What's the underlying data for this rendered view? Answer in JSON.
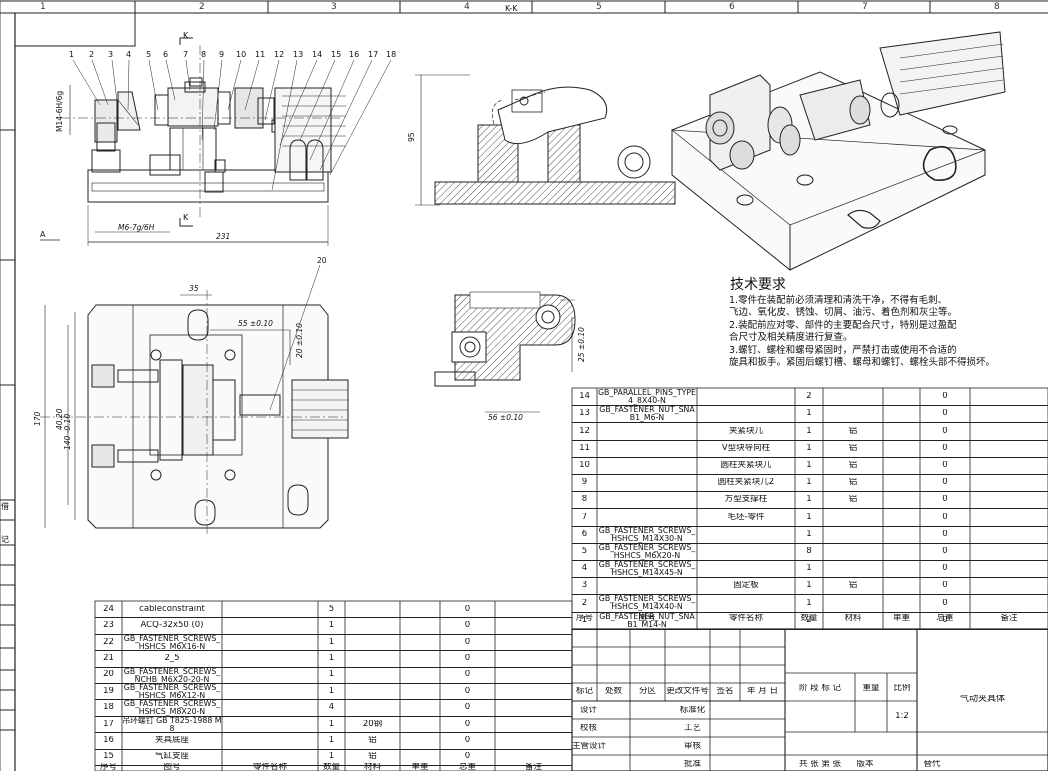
{
  "frame": {
    "top_cols": [
      "1",
      "2",
      "3",
      "4",
      "5",
      "6",
      "7",
      "8"
    ],
    "section_label": "K-K"
  },
  "views": {
    "front": {
      "balloons": [
        "1",
        "2",
        "3",
        "4",
        "5",
        "6",
        "7",
        "8",
        "9",
        "10",
        "11",
        "12",
        "13",
        "14",
        "15",
        "16",
        "17",
        "18"
      ],
      "k_top": "K",
      "k_bottom": "K",
      "dim_thread_left": "M14-6H/6g",
      "dim_thread_bottom": "M6-7g/6H",
      "dim_width": "231",
      "arrow_a": "A"
    },
    "section": {
      "dim_height": "95"
    },
    "top": {
      "balloon_20": "20",
      "dim_35": "35",
      "dim_55": "55 ±0.10",
      "dim_20v": "20 ±0.10",
      "dim_40_20": "40.20",
      "dim_140": "140 -0.10",
      "dim_170": "170"
    },
    "detail": {
      "dim_25": "25 ±0.10",
      "dim_56": "56 ±0.10"
    }
  },
  "tech_req": {
    "title": "技术要求",
    "lines": [
      "1.零件在装配前必须清理和清洗干净，不得有毛刺、",
      "飞边、氧化皮、锈蚀、切屑、油污、着色剂和灰尘等。",
      "2.装配前应对零、部件的主要配合尺寸，特别是过盈配",
      "合尺寸及相关精度进行复查。",
      "3.螺钉、螺栓和螺母紧固时，严禁打击或使用不合适的",
      "旋具和扳手。紧固后螺钉槽、螺母和螺钉、螺栓头部不得损坏。"
    ]
  },
  "bom_right": {
    "rows": [
      {
        "no": "14",
        "code": "GB_PARALLEL_PINS_TYPE4_8X40-N",
        "name": "",
        "qty": "2",
        "mat": "",
        "unit": "",
        "total": "0"
      },
      {
        "no": "13",
        "code": "GB_FASTENER_NUT_SNAB1_M6-N",
        "name": "",
        "qty": "1",
        "mat": "",
        "unit": "",
        "total": "0"
      },
      {
        "no": "12",
        "code": "",
        "name": "夹紧块儿",
        "qty": "1",
        "mat": "铝",
        "unit": "",
        "total": "0"
      },
      {
        "no": "11",
        "code": "",
        "name": "V型块导向柱",
        "qty": "1",
        "mat": "铝",
        "unit": "",
        "total": "0"
      },
      {
        "no": "10",
        "code": "",
        "name": "圆柱夹紧块儿",
        "qty": "1",
        "mat": "铝",
        "unit": "",
        "total": "0"
      },
      {
        "no": "9",
        "code": "",
        "name": "圆柱夹紧块儿2",
        "qty": "1",
        "mat": "铝",
        "unit": "",
        "total": "0"
      },
      {
        "no": "8",
        "code": "",
        "name": "方型支撑柱",
        "qty": "1",
        "mat": "铝",
        "unit": "",
        "total": "0"
      },
      {
        "no": "7",
        "code": "",
        "name": "毛坯-零件",
        "qty": "1",
        "mat": "",
        "unit": "",
        "total": "0"
      },
      {
        "no": "6",
        "code": "GB_FASTENER_SCREWS_HSHCS_M14X30-N",
        "name": "",
        "qty": "1",
        "mat": "",
        "unit": "",
        "total": "0"
      },
      {
        "no": "5",
        "code": "GB_FASTENER_SCREWS_HSHCS_M6X20-N",
        "name": "",
        "qty": "8",
        "mat": "",
        "unit": "",
        "total": "0"
      },
      {
        "no": "4",
        "code": "GB_FASTENER_SCREWS_HSHCS_M14X45-N",
        "name": "",
        "qty": "1",
        "mat": "",
        "unit": "",
        "total": "0"
      },
      {
        "no": "3",
        "code": "",
        "name": "固定板",
        "qty": "1",
        "mat": "铝",
        "unit": "",
        "total": "0"
      },
      {
        "no": "2",
        "code": "GB_FASTENER_SCREWS_HSHCS_M14X40-N",
        "name": "",
        "qty": "1",
        "mat": "",
        "unit": "",
        "total": "0"
      },
      {
        "no": "1",
        "code": "GB_FASTENER_NUT_SNAB1_M14-N",
        "name": "",
        "qty": "2",
        "mat": "",
        "unit": "",
        "total": "0"
      }
    ],
    "header": [
      "序号",
      "图号",
      "零件名称",
      "数量",
      "材料",
      "单重",
      "总重",
      "备注"
    ]
  },
  "bom_left": {
    "rows": [
      {
        "no": "24",
        "code": "cableconstraint",
        "name": "",
        "qty": "5",
        "mat": "",
        "unit": "",
        "total": "0"
      },
      {
        "no": "23",
        "code": "ACQ-32x50 (0)",
        "name": "",
        "qty": "1",
        "mat": "",
        "unit": "",
        "total": "0"
      },
      {
        "no": "22",
        "code": "GB_FASTENER_SCREWS_HSHCS_M6X16-N",
        "name": "",
        "qty": "1",
        "mat": "",
        "unit": "",
        "total": "0"
      },
      {
        "no": "21",
        "code": "2_5",
        "name": "",
        "qty": "1",
        "mat": "",
        "unit": "",
        "total": "0"
      },
      {
        "no": "20",
        "code": "GB_FASTENER_SCREWS_NCHB_M6X20-20-N",
        "name": "",
        "qty": "1",
        "mat": "",
        "unit": "",
        "total": "0"
      },
      {
        "no": "19",
        "code": "GB_FASTENER_SCREWS_HSHCS_M6X12-N",
        "name": "",
        "qty": "1",
        "mat": "",
        "unit": "",
        "total": "0"
      },
      {
        "no": "18",
        "code": "GB_FASTENER_SCREWS_HSHCS_M8X20-N",
        "name": "",
        "qty": "4",
        "mat": "",
        "unit": "",
        "total": "0"
      },
      {
        "no": "17",
        "code": "吊环螺钉 GB T825-1988 M8",
        "name": "",
        "qty": "1",
        "mat": "20钢",
        "unit": "",
        "total": "0"
      },
      {
        "no": "16",
        "code": "夹具底座",
        "name": "",
        "qty": "1",
        "mat": "铝",
        "unit": "",
        "total": "0"
      },
      {
        "no": "15",
        "code": "气缸支座",
        "name": "",
        "qty": "1",
        "mat": "铝",
        "unit": "",
        "total": "0"
      }
    ],
    "header": [
      "序号",
      "图号",
      "零件名称",
      "数量",
      "材料",
      "单重",
      "总重",
      "备注"
    ]
  },
  "title_block": {
    "row1": [
      "标记",
      "处数",
      "分区",
      "更改文件号",
      "签名",
      "年 月 日"
    ],
    "design": "设计",
    "standard": "标准化",
    "check": "校核",
    "process": "工艺",
    "chief": "主管设计",
    "review": "审核",
    "approve": "批准",
    "stage": "阶 段 标 记",
    "weight": "重量",
    "scale": "比例",
    "scale_val": "1:2",
    "drawing_name": "气动夹具体",
    "sheets": "共 张  第 张",
    "version": "版本",
    "replace": "替代"
  },
  "side_labels": {
    "a": "借",
    "b": "记"
  }
}
